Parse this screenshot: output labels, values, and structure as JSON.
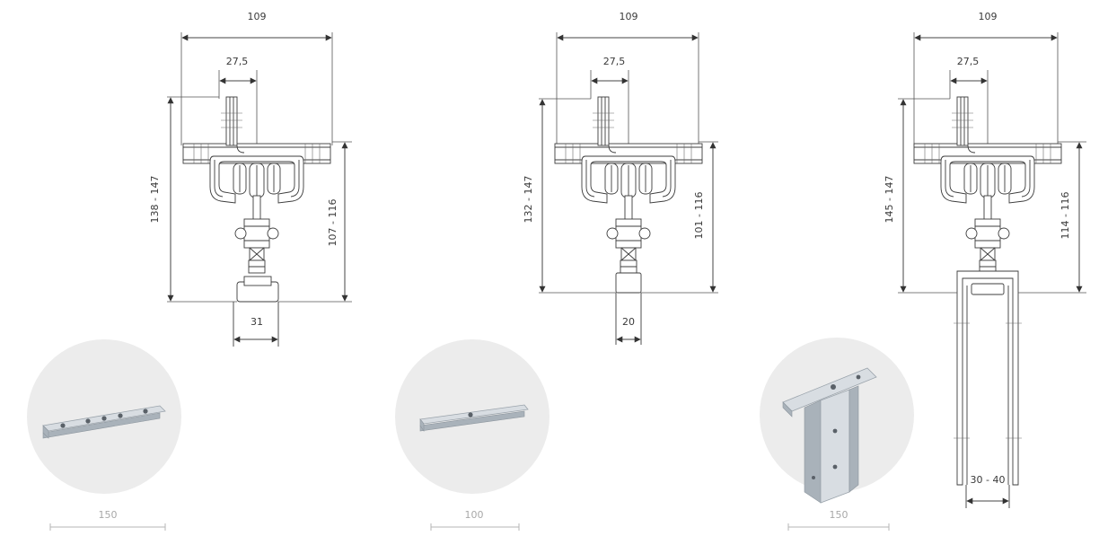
{
  "diagrams": [
    {
      "width_top": "109",
      "width_inner": "27,5",
      "height_total": "138 - 147",
      "height_body": "107 - 116",
      "width_bottom": "31",
      "scale_label": "150"
    },
    {
      "width_top": "109",
      "width_inner": "27,5",
      "height_total": "132 - 147",
      "height_body": "101 - 116",
      "width_bottom": "20",
      "scale_label": "100"
    },
    {
      "width_top": "109",
      "width_inner": "27,5",
      "height_total": "145 - 147",
      "height_body": "114 - 116",
      "width_bottom": "30 - 40",
      "scale_label": "150"
    }
  ],
  "colors": {
    "line": "#3c3c3c",
    "disc": "#ececec",
    "scale_text": "#a8a8a8",
    "metal": "#d8dde2"
  }
}
